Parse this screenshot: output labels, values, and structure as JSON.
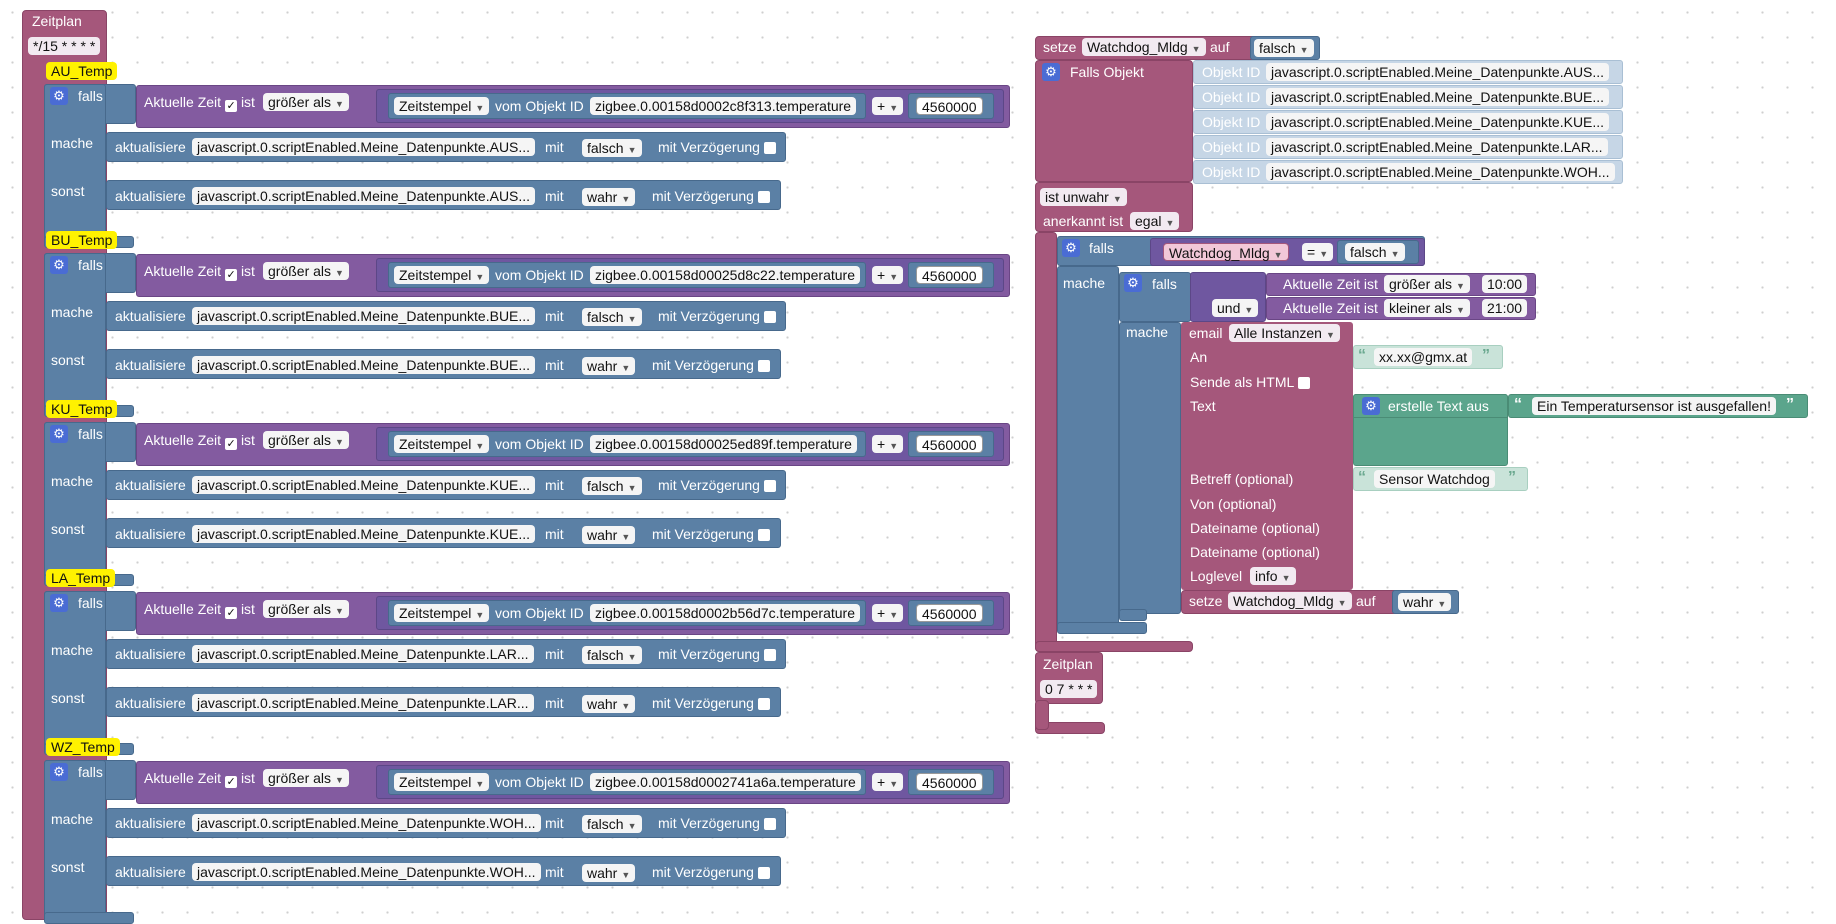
{
  "schedule1": {
    "title": "Zeitplan",
    "cron": "*/15 * * * *",
    "groups": [
      {
        "name": "AU_Temp",
        "if_label": "falls",
        "cond_label": "Aktuelle Zeit",
        "check": "✓",
        "ist": "ist",
        "compare": "größer als",
        "ts": "Zeitstempel",
        "vom": "vom Objekt ID",
        "objid": "zigbee.0.00158d0002c8f313.temperature",
        "op": "+",
        "num": "4560000",
        "then_label": "mache",
        "else_label": "sonst",
        "update": "aktualisiere",
        "target": "javascript.0.scriptEnabled.Meine_Datenpunkte.AUS...",
        "mit": "mit",
        "val_then": "falsch",
        "val_else": "wahr",
        "delay": "mit Verzögerung"
      },
      {
        "name": "BU_Temp",
        "if_label": "falls",
        "cond_label": "Aktuelle Zeit",
        "check": "✓",
        "ist": "ist",
        "compare": "größer als",
        "ts": "Zeitstempel",
        "vom": "vom Objekt ID",
        "objid": "zigbee.0.00158d00025d8c22.temperature",
        "op": "+",
        "num": "4560000",
        "then_label": "mache",
        "else_label": "sonst",
        "update": "aktualisiere",
        "target": "javascript.0.scriptEnabled.Meine_Datenpunkte.BUE...",
        "mit": "mit",
        "val_then": "falsch",
        "val_else": "wahr",
        "delay": "mit Verzögerung"
      },
      {
        "name": "KU_Temp",
        "if_label": "falls",
        "cond_label": "Aktuelle Zeit",
        "check": "✓",
        "ist": "ist",
        "compare": "größer als",
        "ts": "Zeitstempel",
        "vom": "vom Objekt ID",
        "objid": "zigbee.0.00158d00025ed89f.temperature",
        "op": "+",
        "num": "4560000",
        "then_label": "mache",
        "else_label": "sonst",
        "update": "aktualisiere",
        "target": "javascript.0.scriptEnabled.Meine_Datenpunkte.KUE...",
        "mit": "mit",
        "val_then": "falsch",
        "val_else": "wahr",
        "delay": "mit Verzögerung"
      },
      {
        "name": "LA_Temp",
        "if_label": "falls",
        "cond_label": "Aktuelle Zeit",
        "check": "✓",
        "ist": "ist",
        "compare": "größer als",
        "ts": "Zeitstempel",
        "vom": "vom Objekt ID",
        "objid": "zigbee.0.00158d0002b56d7c.temperature",
        "op": "+",
        "num": "4560000",
        "then_label": "mache",
        "else_label": "sonst",
        "update": "aktualisiere",
        "target": "javascript.0.scriptEnabled.Meine_Datenpunkte.LAR...",
        "mit": "mit",
        "val_then": "falsch",
        "val_else": "wahr",
        "delay": "mit Verzögerung"
      },
      {
        "name": "WZ_Temp",
        "if_label": "falls",
        "cond_label": "Aktuelle Zeit",
        "check": "✓",
        "ist": "ist",
        "compare": "größer als",
        "ts": "Zeitstempel",
        "vom": "vom Objekt ID",
        "objid": "zigbee.0.00158d0002741a6a.temperature",
        "op": "+",
        "num": "4560000",
        "then_label": "mache",
        "else_label": "sonst",
        "update": "aktualisiere",
        "target": "javascript.0.scriptEnabled.Meine_Datenpunkte.WOH...",
        "mit": "mit",
        "val_then": "falsch",
        "val_else": "wahr",
        "delay": "mit Verzögerung"
      }
    ]
  },
  "watchdog": {
    "set_label": "setze",
    "var": "Watchdog_Mldg",
    "auf": "auf",
    "init_value": "falsch",
    "falls_objekt": "Falls Objekt",
    "objid_label": "Objekt ID",
    "object_ids": [
      "javascript.0.scriptEnabled.Meine_Datenpunkte.AUS...",
      "javascript.0.scriptEnabled.Meine_Datenpunkte.BUE...",
      "javascript.0.scriptEnabled.Meine_Datenpunkte.KUE...",
      "javascript.0.scriptEnabled.Meine_Datenpunkte.LAR...",
      "javascript.0.scriptEnabled.Meine_Datenpunkte.WOH..."
    ],
    "ist_unwahr": "ist unwahr",
    "anerkannt_label": "anerkannt ist",
    "anerkannt_value": "egal",
    "if_label": "falls",
    "then_label": "mache",
    "cmp_op": "=",
    "cmp_value": "falsch",
    "and_label": "und",
    "time1_label": "Aktuelle Zeit ist",
    "time1_cmp": "größer als",
    "time1": "10:00",
    "time2_label": "Aktuelle Zeit ist",
    "time2_cmp": "kleiner als",
    "time2": "21:00",
    "email": {
      "label": "email",
      "instance": "Alle Instanzen",
      "to_label": "An",
      "to": "xx.xx@gmx.at",
      "html_label": "Sende als HTML",
      "text_label": "Text",
      "create_text": "erstelle Text aus",
      "text": "Ein Temperatursensor ist ausgefallen!",
      "subject_label": "Betreff (optional)",
      "subject": "Sensor Watchdog",
      "from_label": "Von (optional)",
      "file1_label": "Dateiname (optional)",
      "file2_label": "Dateiname (optional)",
      "loglevel_label": "Loglevel",
      "loglevel": "info"
    },
    "set2_label": "setze",
    "set2_var": "Watchdog_Mldg",
    "set2_auf": "auf",
    "set2_value": "wahr",
    "schedule_title": "Zeitplan",
    "schedule_cron": "0 7 * * *"
  }
}
